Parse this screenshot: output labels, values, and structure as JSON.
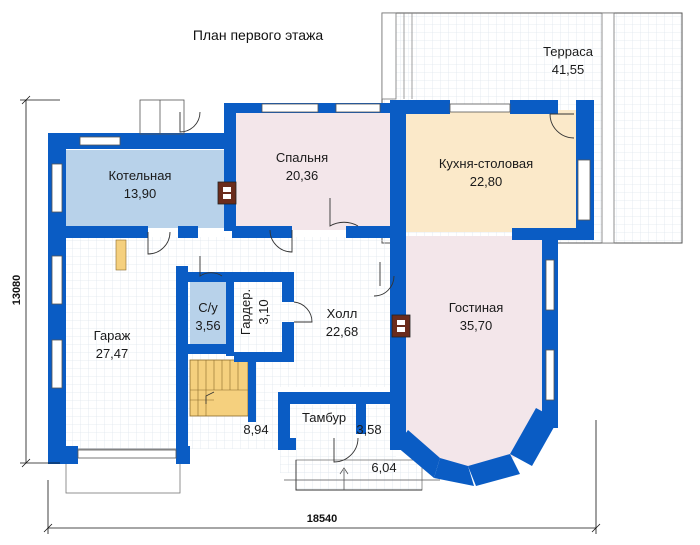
{
  "title": "План первого этажа",
  "colors": {
    "wall": "#0a5cc4",
    "wall_edge": "#053f8c",
    "kitchen": "#fbe9c9",
    "boiler": "#b8d2ea",
    "bedroom": "#f3e6ea",
    "living": "#f3e6ea",
    "bath": "#b8d2ea",
    "grid": "#dfe6ee",
    "stairs": "#f5d07e"
  },
  "rooms": {
    "terrace": {
      "name": "Терраса",
      "area": "41,55"
    },
    "boiler": {
      "name": "Котельная",
      "area": "13,90"
    },
    "bedroom": {
      "name": "Спальня",
      "area": "20,36"
    },
    "kitchen": {
      "name": "Кухня-столовая",
      "area": "22,80"
    },
    "garage": {
      "name": "Гараж",
      "area": "27,47"
    },
    "bath": {
      "name": "С/у",
      "area": "3,56"
    },
    "wardrobe": {
      "name": "Гардер.",
      "area": "3,10"
    },
    "hall": {
      "name": "Холл",
      "area": "22,68"
    },
    "living": {
      "name": "Гостиная",
      "area": "35,70"
    },
    "stair_hall": {
      "area": "8,94"
    },
    "vestibule": {
      "name": "Тамбур",
      "area": "3,58"
    },
    "porch": {
      "area": "6,04"
    }
  },
  "dimensions": {
    "width": "18540",
    "height": "13080"
  }
}
